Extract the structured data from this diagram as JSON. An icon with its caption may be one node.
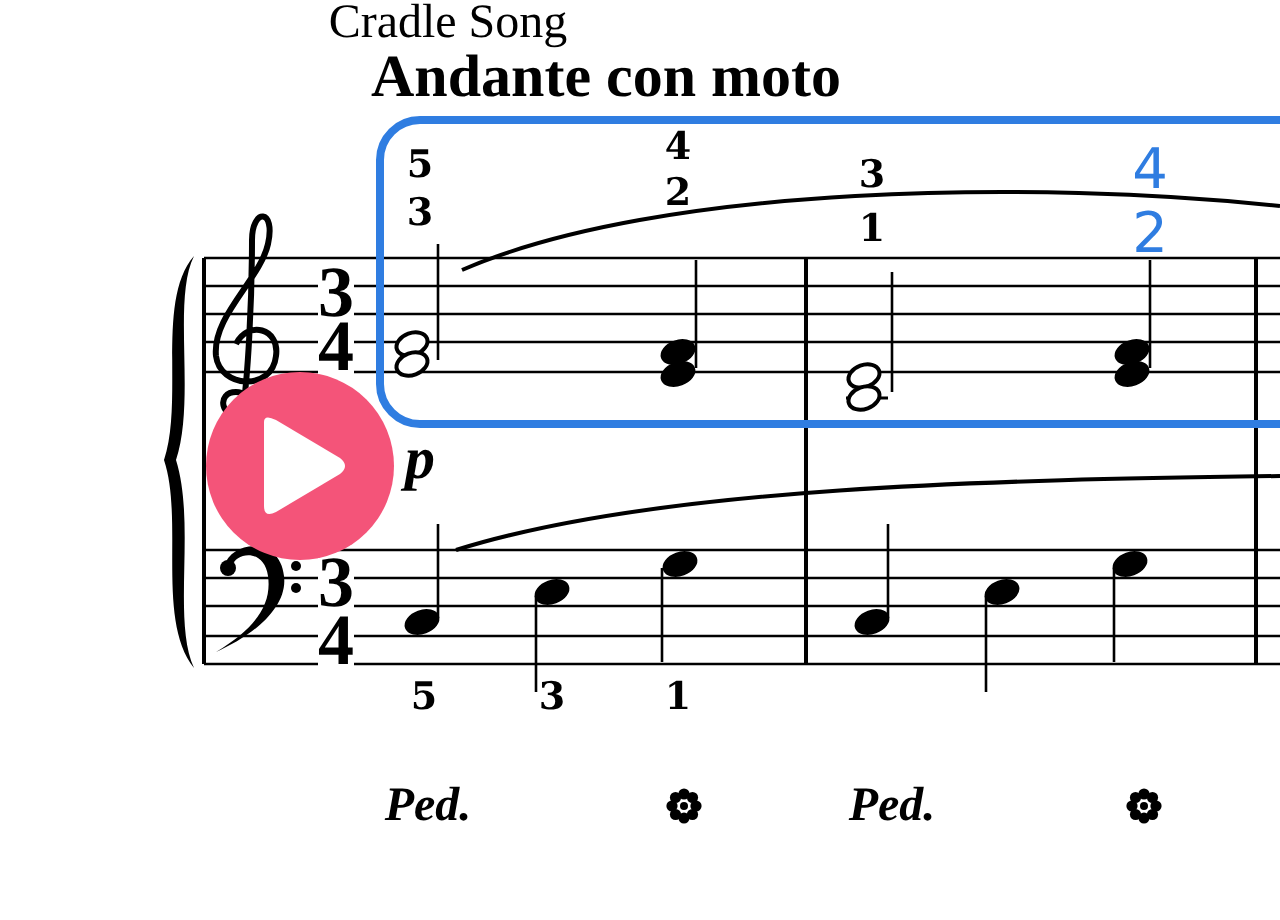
{
  "diagram": {
    "title": "Cradle Song",
    "labels": [
      "Andante con moto",
      "5",
      "3",
      "4",
      "2",
      "3",
      "1",
      "4",
      "2",
      "3",
      "4",
      "p",
      "3",
      "4",
      "5",
      "3",
      "1",
      "Ped.",
      "Ped."
    ]
  }
}
